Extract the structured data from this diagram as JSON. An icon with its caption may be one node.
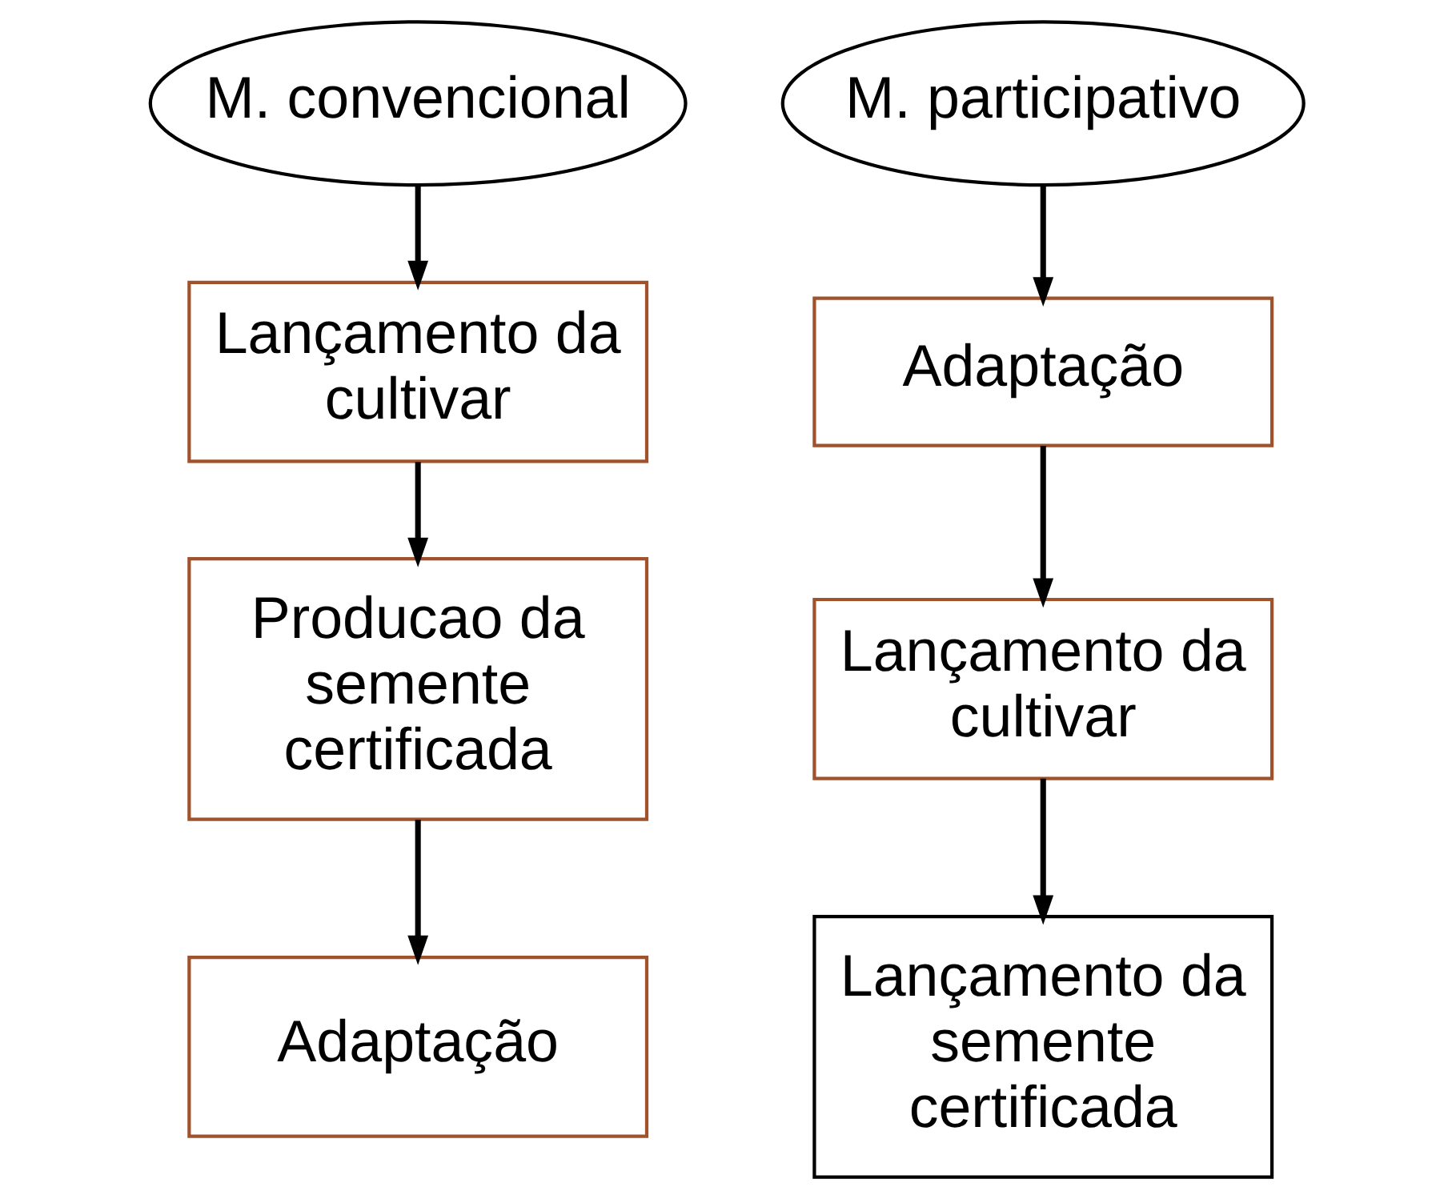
{
  "diagram": {
    "nodes": [
      {
        "text": [
          "M. convencional"
        ]
      },
      {
        "text": [
          "Lançamento da cultivar"
        ]
      },
      {
        "text": [
          "Producao da semente certificada"
        ]
      },
      {
        "text": [
          "Adaptação"
        ]
      },
      {
        "text": [
          "M. participativo"
        ]
      },
      {
        "text": [
          "Adaptação"
        ]
      },
      {
        "text": [
          "Lançamento da cultivar"
        ]
      },
      {
        "text": [
          "Lançamento da semente certificada"
        ]
      }
    ],
    "edges": [
      {
        "from": 0,
        "to": 1,
        "arrow": "to"
      },
      {
        "from": 1,
        "to": 2,
        "arrow": "to"
      },
      {
        "from": 2,
        "to": 3,
        "arrow": "to"
      },
      {
        "from": 4,
        "to": 5,
        "arrow": "to"
      },
      {
        "from": 5,
        "to": 6,
        "arrow": "to"
      },
      {
        "from": 6,
        "to": 7,
        "arrow": "to"
      }
    ]
  }
}
